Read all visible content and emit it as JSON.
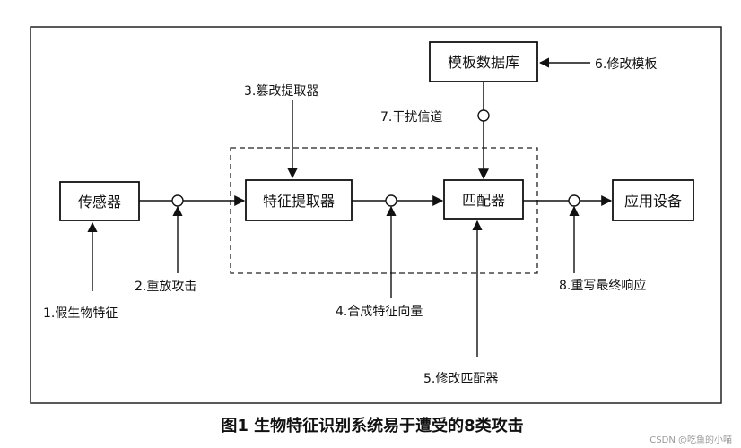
{
  "diagram": {
    "boxes": {
      "sensor": "传感器",
      "feature_extractor": "特征提取器",
      "matcher": "匹配器",
      "application": "应用设备",
      "template_db": "模板数据库"
    },
    "attacks": [
      "1.假生物特征",
      "2.重放攻击",
      "3.篡改提取器",
      "4.合成特征向量",
      "5.修改匹配器",
      "6.修改模板",
      "7.干扰信道",
      "8.重写最终响应"
    ]
  },
  "caption": "图1  生物特征识别系统易于遭受的8类攻击",
  "watermark": "CSDN @吃鱼的小喵"
}
